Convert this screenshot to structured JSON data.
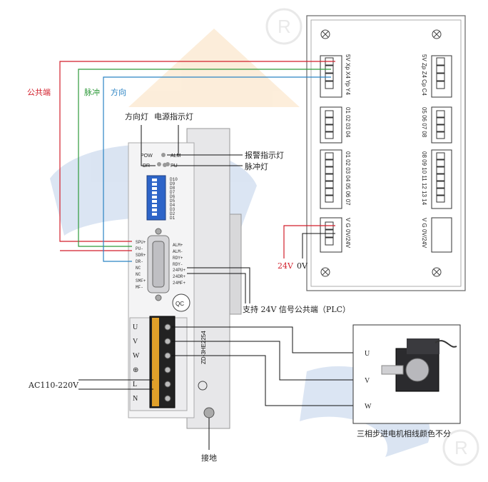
{
  "labels": {
    "common": "公共端",
    "pulse": "脉冲",
    "direction": "方向",
    "dir_light": "方向灯",
    "power_light": "电源指示灯",
    "alarm_light": "报警指示灯",
    "pulse_light": "脉冲灯",
    "plc_note": "支持 24V 信号公共端（PLC）",
    "ac_in": "AC110-220V",
    "ground": "接地",
    "motor_note": "三相步进电机相线颜色不分",
    "v24": "24V",
    "v0": "0V"
  },
  "driver": {
    "model": "ZD-3HE2254",
    "led_pow": "POW",
    "led_alm": "ALM",
    "led_dr": "DR",
    "led_pu": "PU",
    "qc": "QC",
    "dip": [
      "D10",
      "D9",
      "D8",
      "D7",
      "D6",
      "D5",
      "D4",
      "D3",
      "D2",
      "D1"
    ],
    "left_pins": [
      "SPU+",
      "PU-",
      "SDR+",
      "DR-",
      "NC",
      "NC",
      "SMF+",
      "MF-"
    ],
    "right_pins": [
      "ALM+",
      "ALM-",
      "RDY+",
      "RDY-",
      "24PU+",
      "24DR+",
      "24MF+"
    ],
    "terminal_labels": [
      "U",
      "V",
      "W",
      "⊕",
      "L",
      "N"
    ]
  },
  "board": {
    "left_top": "5V Xp X4 Yp Y4",
    "left_mid": "01 02 03 04",
    "left_big": "01 02 03 04 05 06 07",
    "left_power": "V G 0V/24V",
    "right_top": "5V Zp Z4 Cp C4",
    "right_mid": "05 06 07 08",
    "right_big": "08 09 10 11 12 13 14",
    "right_power": "V G 0V/24V"
  },
  "motor": {
    "phases": [
      "U",
      "V",
      "W"
    ]
  },
  "colors": {
    "red": "#d21f2b",
    "green": "#2f9a3b",
    "blue": "#2b84c4",
    "black": "#111111"
  }
}
